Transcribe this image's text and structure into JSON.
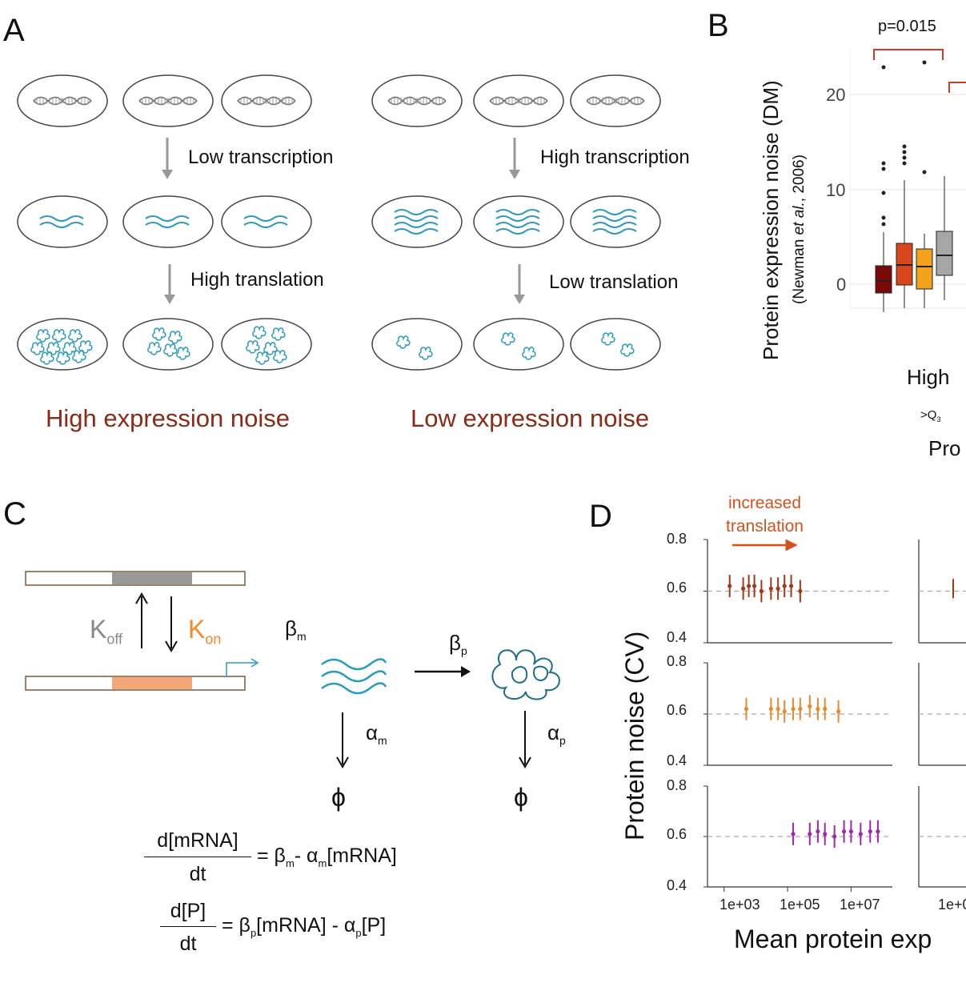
{
  "panels": {
    "a": "A",
    "b": "B",
    "c": "C",
    "d": "D"
  },
  "panel_a": {
    "left": {
      "transcription": "Low transcription",
      "translation": "High translation",
      "title": "High expression noise"
    },
    "right": {
      "transcription": "High transcription",
      "translation": "Low translation",
      "title": "Low expression noise"
    },
    "colors": {
      "mrna": "#2a9bbf",
      "protein": "#2a9bbf",
      "arrow": "#999999",
      "title": "#8b2a17"
    }
  },
  "panel_b": {
    "ylabel": "Protein expression noise (DM)",
    "ylabel_sub_pre": "(Newman ",
    "ylabel_sub_em": "et al.",
    "ylabel_sub_post": ", 2006)",
    "pvalue": "p=0.015",
    "xgroup": "High",
    "xsub": ">Q",
    "xsub_idx": "3",
    "xaxis_partial": "Pro",
    "yticks": [
      "20",
      "10",
      "0"
    ]
  },
  "panel_c": {
    "koff": "K",
    "koff_sub": "off",
    "kon": "K",
    "kon_sub": "on",
    "beta_m": "β",
    "beta_m_sub": "m",
    "beta_p": "β",
    "beta_p_sub": "p",
    "alpha_m": "α",
    "alpha_m_sub": "m",
    "alpha_p": "α",
    "alpha_p_sub": "p",
    "phi": "ϕ",
    "eq1_num": "d[mRNA]",
    "eq1_den": "dt",
    "eq1_rhs_a": "= β",
    "eq1_rhs_sub1": "m",
    "eq1_rhs_b": "- α",
    "eq1_rhs_sub2": "m",
    "eq1_rhs_c": "[mRNA]",
    "eq2_num": "d[P]",
    "eq2_den": "dt",
    "eq2_rhs_a": "= β",
    "eq2_rhs_sub1": "p",
    "eq2_rhs_b": "[mRNA] - α",
    "eq2_rhs_sub2": "p",
    "eq2_rhs_c": "[P]",
    "colors": {
      "koff": "#888888",
      "kon": "#f08a2a",
      "gene_on": "#f5a77a",
      "gene_off": "#999999"
    }
  },
  "panel_d": {
    "annotation": "increased\ntranslation",
    "ylabel": "Protein noise (CV)",
    "xlabel": "Mean protein exp",
    "yticks": [
      "0.8",
      "0.6",
      "0.4"
    ],
    "xticks": [
      "1e+03",
      "1e+05",
      "1e+07"
    ],
    "xtick_partial": "1e+0",
    "colors": {
      "row1": "#a0381a",
      "row2": "#e8892e",
      "row3": "#9c2aa8",
      "annotation": "#d2521e"
    }
  },
  "chart_data": [
    {
      "type": "scatter",
      "title": "",
      "xlabel": "Mean protein exp",
      "ylabel": "Protein noise (CV)",
      "xscale": "log",
      "ylim": [
        0.4,
        0.8
      ],
      "series": [
        {
          "x": [
            1500,
            4000,
            6000,
            9000,
            15000,
            30000,
            50000,
            80000,
            130000,
            250000
          ],
          "y": [
            0.62,
            0.61,
            0.62,
            0.62,
            0.6,
            0.61,
            0.61,
            0.62,
            0.62,
            0.6
          ]
        },
        {
          "x": [
            5000,
            30000,
            50000,
            80000,
            150000,
            250000,
            500000,
            900000,
            1500000,
            4000000
          ],
          "y": [
            0.62,
            0.62,
            0.62,
            0.61,
            0.62,
            0.62,
            0.63,
            0.62,
            0.62,
            0.61
          ]
        },
        {
          "x": [
            150000,
            500000,
            900000,
            1500000,
            3000000,
            6000000,
            10000000,
            20000000,
            40000000,
            70000000
          ],
          "y": [
            0.61,
            0.61,
            0.62,
            0.61,
            0.6,
            0.62,
            0.62,
            0.61,
            0.62,
            0.62
          ]
        }
      ]
    }
  ]
}
